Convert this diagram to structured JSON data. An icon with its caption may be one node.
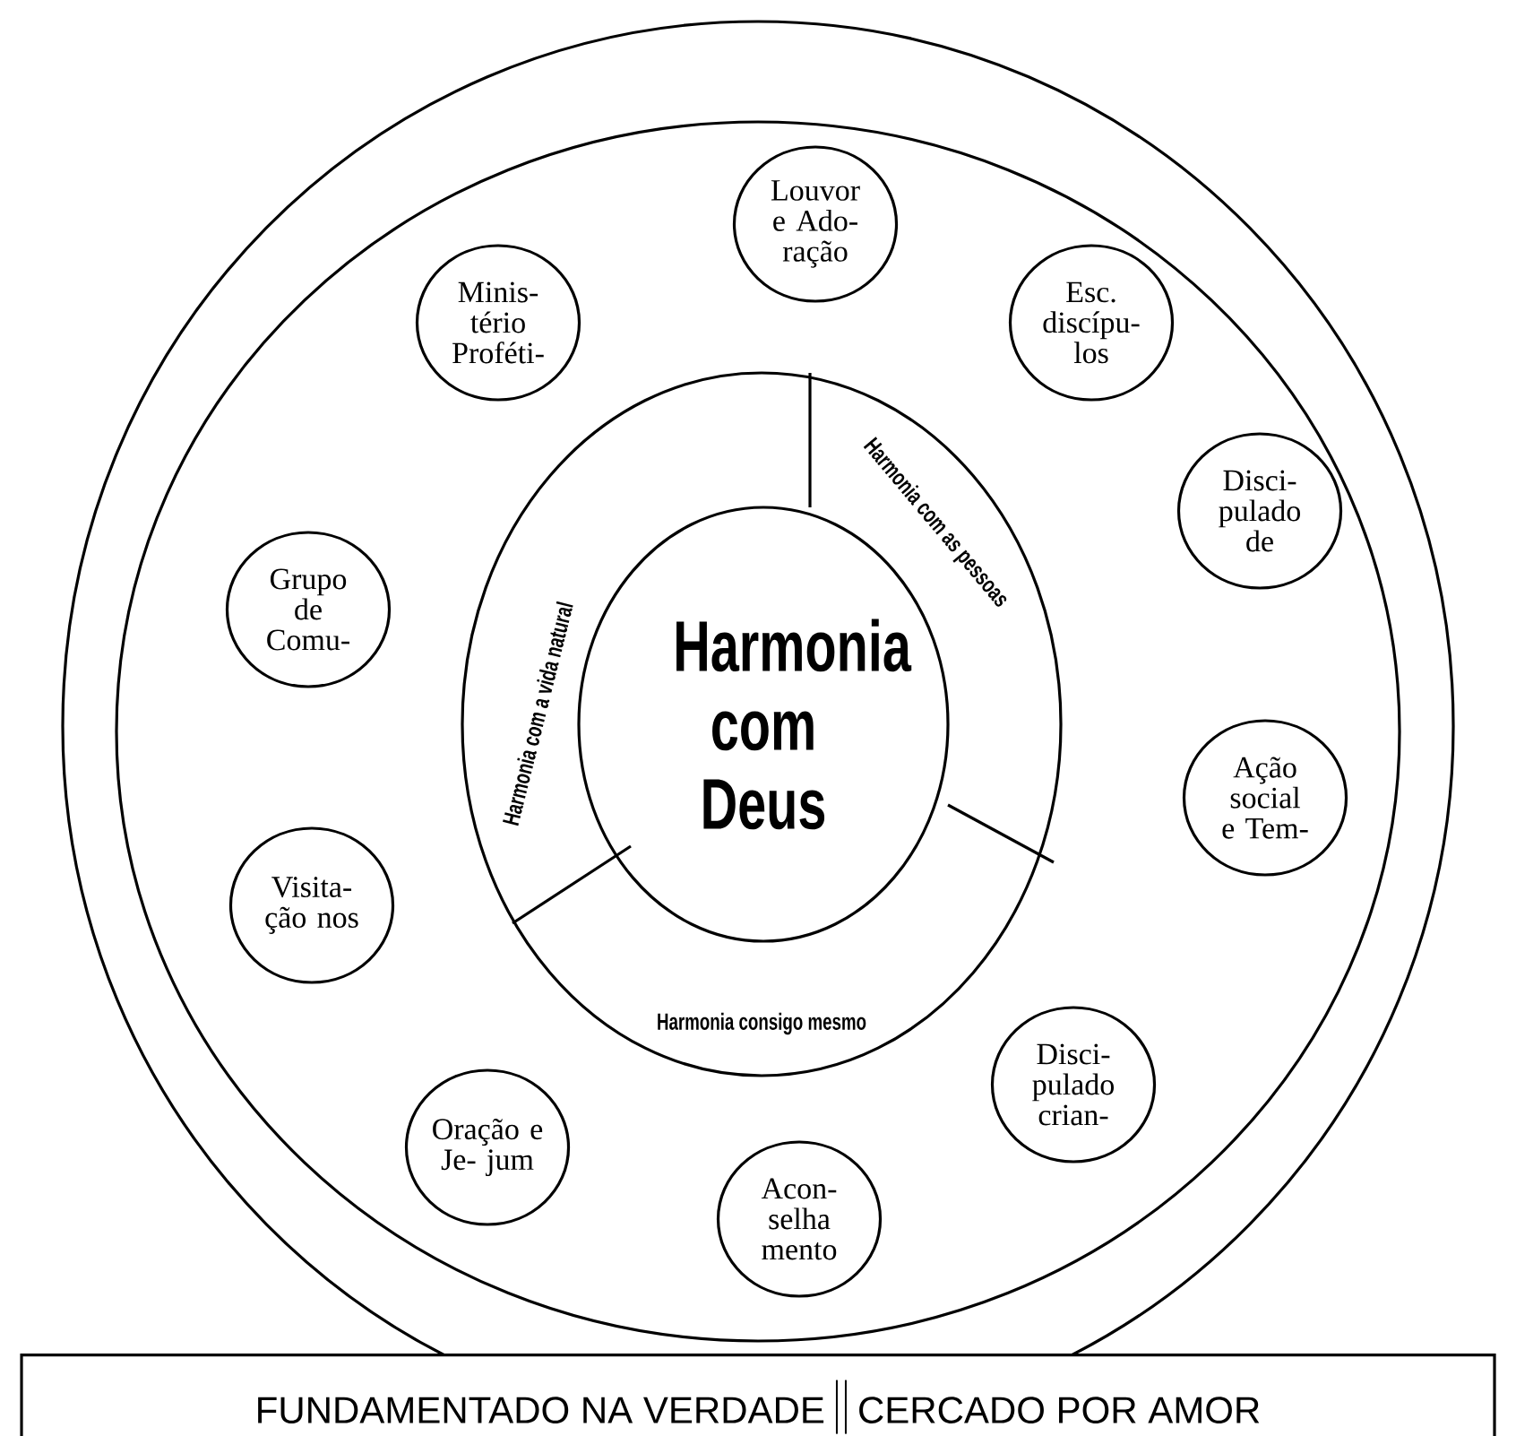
{
  "diagram": {
    "nodes": [
      {
        "text": [],
        "shape": "ring"
      },
      {
        "text": [
          "Louvor e Ado- ração"
        ],
        "in": 0
      },
      {
        "text": [
          "Esc. discípu- los"
        ],
        "in": 0
      },
      {
        "text": [
          "Disci- pulado de"
        ],
        "in": 0
      },
      {
        "text": [
          "Ação social e Tem-"
        ],
        "in": 0
      },
      {
        "text": [
          "Disci- pulado crian-"
        ],
        "in": 0
      },
      {
        "text": [
          "Acon- selha mento"
        ],
        "in": 0
      },
      {
        "text": [
          "Oração e Je- jum"
        ],
        "in": 0
      },
      {
        "text": [
          "Visita- ção nos"
        ],
        "in": 0
      },
      {
        "text": [
          "Grupo de Comu-"
        ],
        "in": 0
      },
      {
        "text": [
          "Minis- tério Proféti-"
        ],
        "in": 0
      },
      {
        "text": [],
        "shape": "circle",
        "in": 0
      },
      {
        "text": [
          "Harmonia com as pessoas"
        ],
        "in": 11
      },
      {
        "text": [
          "Harmonia consigo mesmo"
        ],
        "in": 11
      },
      {
        "text": [
          "Harmonia com a vida natural"
        ],
        "in": 11
      },
      {
        "text": [
          "Harmonia com Deus"
        ],
        "in": 11
      },
      {
        "text": [
          "FUNDAMENTADO NA VERDADE",
          "CERCADO POR AMOR"
        ]
      }
    ],
    "edges": []
  }
}
